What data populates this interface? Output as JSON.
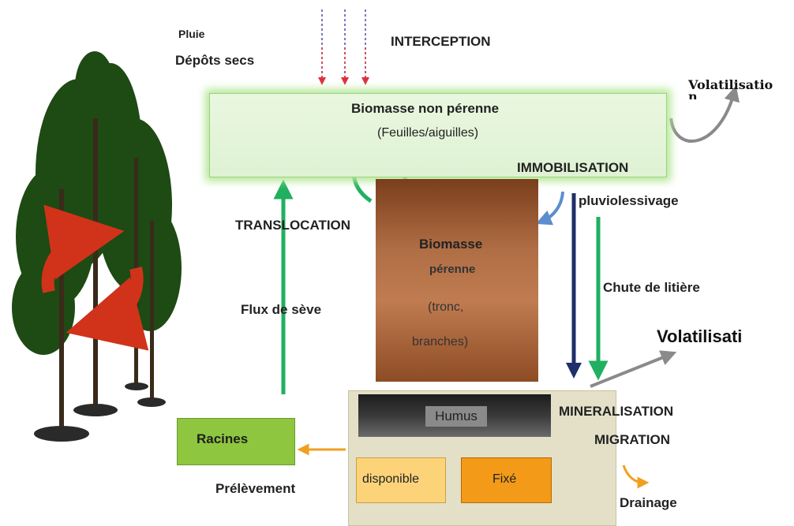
{
  "top_left": {
    "pluie": "Pluie",
    "depots": "Dépôts secs"
  },
  "interception": "INTERCEPTION",
  "volatilisation_top": "Volatilisatio",
  "volatilisation_top_wrap": "n",
  "biomasse_non_perenne": {
    "title": "Biomasse non pérenne",
    "subtitle": "(Feuilles/aiguilles)"
  },
  "immobilisation": "IMMOBILISATION",
  "pluviolessivage": "pluviolessivage",
  "translocation": "TRANSLOCATION",
  "biomasse_perenne": {
    "line1": "Biomasse",
    "line2": "pérenne",
    "line3": "(tronc,",
    "line4": "branches)"
  },
  "chute_litiere": "Chute de litière",
  "flux_seve": "Flux de sève",
  "volatilisation_mid": "Volatilisati",
  "humus": "Humus",
  "mineralisation": "MINERALISATION",
  "migration": "MIGRATION",
  "racines": "Racines",
  "prelevement": "Prélèvement",
  "disponible": "disponible",
  "fixe": "Fixé",
  "drainage": "Drainage",
  "colors": {
    "green_arrow": "#20b060",
    "navy_arrow": "#1f2f6a",
    "orange_arrow": "#f0a020",
    "grey_arrow": "#8a8a8a",
    "red_cycle": "#d0331a",
    "tree_green": "#1e4a14"
  }
}
